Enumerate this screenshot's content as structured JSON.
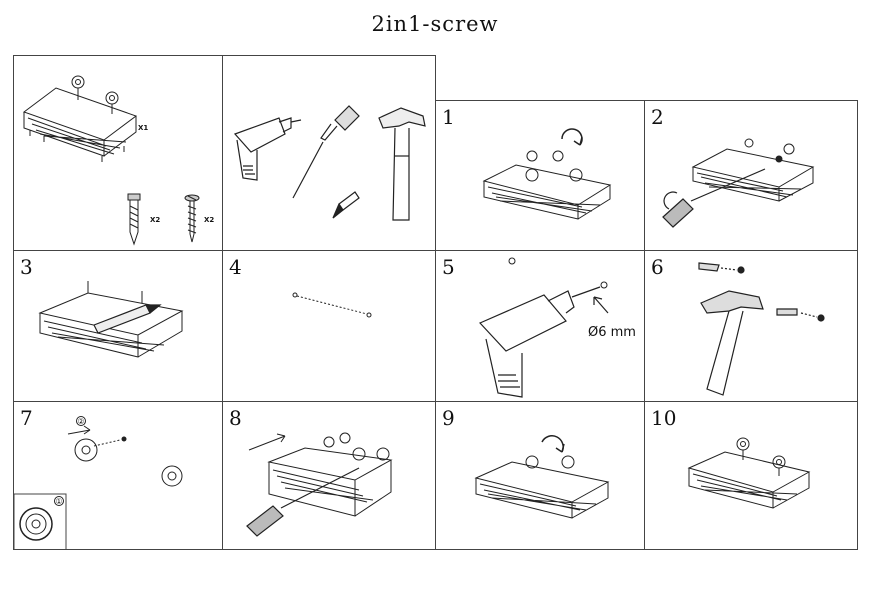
{
  "title": "2in1-screw",
  "parts": {
    "basket_qty": "X1",
    "anchor_qty": "X2",
    "screw_qty": "X2"
  },
  "steps": [
    {
      "number": "1"
    },
    {
      "number": "2"
    },
    {
      "number": "3"
    },
    {
      "number": "4"
    },
    {
      "number": "5",
      "drill_size": "Ø6 mm"
    },
    {
      "number": "6"
    },
    {
      "number": "7",
      "callout_1": "①",
      "callout_2": "②"
    },
    {
      "number": "8"
    },
    {
      "number": "9"
    },
    {
      "number": "10"
    }
  ],
  "icons": [
    "basket-icon",
    "wall-anchor-icon",
    "screw-icon",
    "electric-drill-icon",
    "screwdriver-icon",
    "pencil-icon",
    "hammer-icon",
    "mounting-disc-icon"
  ]
}
